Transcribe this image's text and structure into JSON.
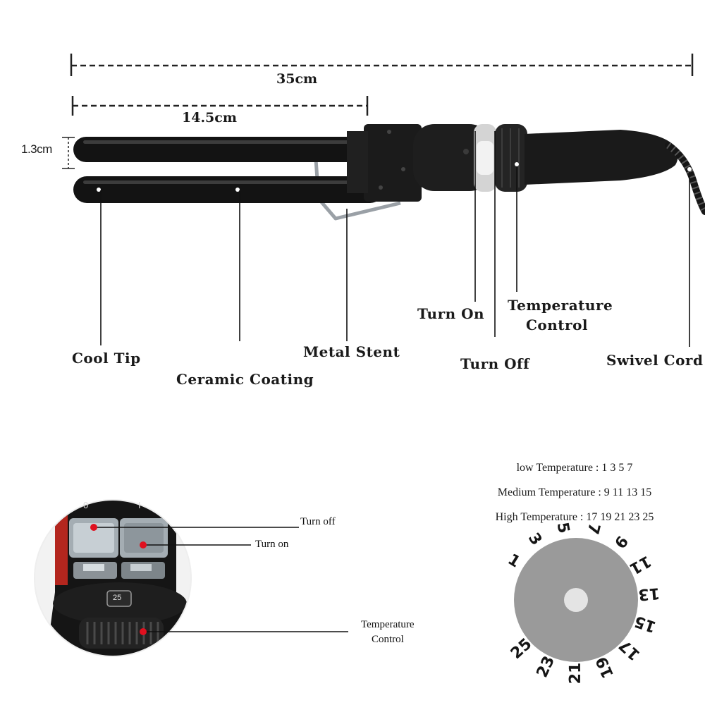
{
  "dimensions": {
    "total_length": "35cm",
    "barrel_length": "14.5cm",
    "barrel_diameter": "1.3cm"
  },
  "callouts": {
    "cool_tip": "Cool Tip",
    "ceramic_coating": "Ceramic Coating",
    "metal_stent": "Metal Stent",
    "turn_on": "Turn On",
    "turn_off": "Turn Off",
    "temperature_control": [
      "Temperature",
      "Control"
    ],
    "swivel_cord": "Swivel Cord"
  },
  "closeup": {
    "turn_off": "Turn off",
    "turn_on": "Turn on",
    "temperature_control": [
      "Temperature",
      "Control"
    ],
    "dial_value": "25",
    "switch_marks": [
      "0",
      "I"
    ]
  },
  "temperature_legend": {
    "low": "low Temperature : 1 3 5 7",
    "medium": "Medium Temperature : 9 11 13 15",
    "high": "High Temperature : 17 19 21 23 25"
  },
  "dial_numbers": [
    "1",
    "3",
    "5",
    "7",
    "9",
    "11",
    "13",
    "15",
    "17",
    "19",
    "21",
    "23",
    "25"
  ],
  "colors": {
    "body": "#141414",
    "dial_disc": "#9a9a9a",
    "indicator_red": "#e0101f"
  }
}
